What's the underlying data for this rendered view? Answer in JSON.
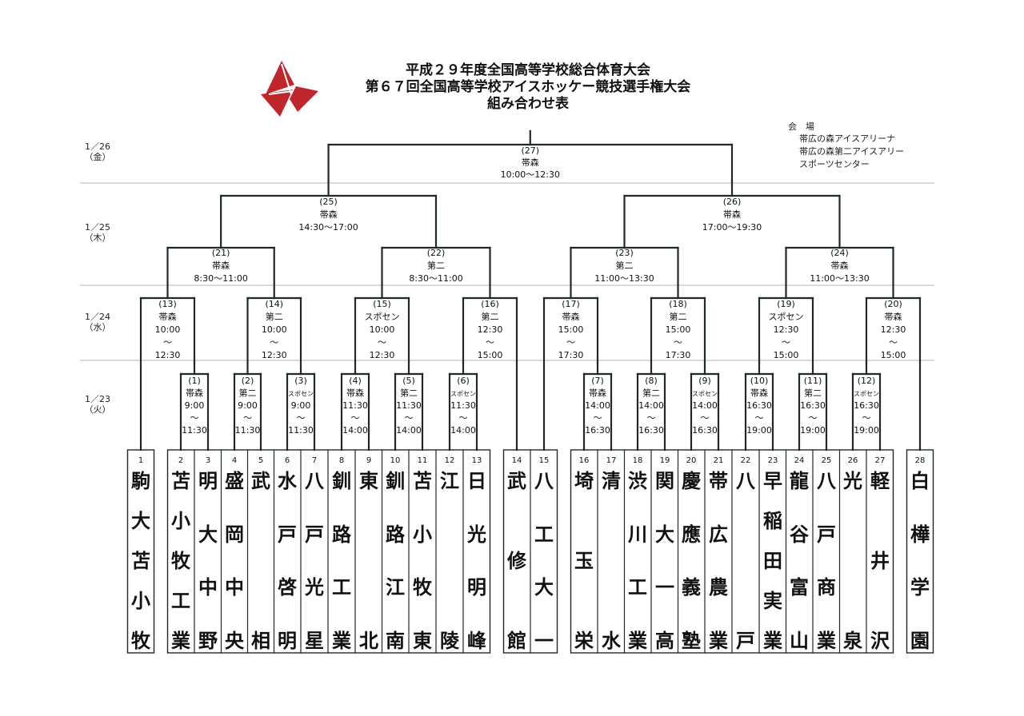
{
  "header": {
    "title_lines": [
      "平成２９年度全国高等学校総合体育大会",
      "第６７回全国高等学校アイスホッケー競技選手権大会",
      "組み合わせ表"
    ]
  },
  "venue": {
    "heading": "会　場",
    "items": [
      "帯広の森アイスアリーナ",
      "帯広の森第二アイスアリー",
      "スポーツセンター"
    ]
  },
  "dates": [
    {
      "line1": "1／26",
      "line2": "（金）"
    },
    {
      "line1": "1／25",
      "line2": "（木）"
    },
    {
      "line1": "1／24",
      "line2": "（水）"
    },
    {
      "line1": "1／23",
      "line2": "（火）"
    }
  ],
  "teams": [
    {
      "no": "1",
      "name": "駒大苫小牧"
    },
    {
      "no": "2",
      "name": "苫小牧工業"
    },
    {
      "no": "3",
      "name": "明大中野"
    },
    {
      "no": "4",
      "name": "盛岡中央"
    },
    {
      "no": "5",
      "name": "武相"
    },
    {
      "no": "6",
      "name": "水戸啓明"
    },
    {
      "no": "7",
      "name": "八戸光星"
    },
    {
      "no": "8",
      "name": "釧路工業"
    },
    {
      "no": "9",
      "name": "東北"
    },
    {
      "no": "10",
      "name": "釧路江南"
    },
    {
      "no": "11",
      "name": "苫小牧東"
    },
    {
      "no": "12",
      "name": "江陵"
    },
    {
      "no": "13",
      "name": "日光明峰"
    },
    {
      "no": "14",
      "name": "武修館"
    },
    {
      "no": "15",
      "name": "八工大一"
    },
    {
      "no": "16",
      "name": "埼玉栄"
    },
    {
      "no": "17",
      "name": "清水"
    },
    {
      "no": "18",
      "name": "渋川工業"
    },
    {
      "no": "19",
      "name": "関大一高"
    },
    {
      "no": "20",
      "name": "慶應義塾"
    },
    {
      "no": "21",
      "name": "帯広農業"
    },
    {
      "no": "22",
      "name": "八戸"
    },
    {
      "no": "23",
      "name": "早稲田実業"
    },
    {
      "no": "24",
      "name": "龍谷富山"
    },
    {
      "no": "25",
      "name": "八戸商業"
    },
    {
      "no": "26",
      "name": "光泉"
    },
    {
      "no": "27",
      "name": "軽井沢"
    },
    {
      "no": "28",
      "name": "白樺学園"
    }
  ],
  "games": [
    {
      "no": "(1)",
      "venue": "帯森",
      "start": "9:00",
      "end": "11:30"
    },
    {
      "no": "(2)",
      "venue": "第二",
      "start": "9:00",
      "end": "11:30"
    },
    {
      "no": "(3)",
      "venue": "スポセン",
      "start": "9:00",
      "end": "11:30"
    },
    {
      "no": "(4)",
      "venue": "帯森",
      "start": "11:30",
      "end": "14:00"
    },
    {
      "no": "(5)",
      "venue": "第二",
      "start": "11:30",
      "end": "14:00"
    },
    {
      "no": "(6)",
      "venue": "スポセン",
      "start": "11:30",
      "end": "14:00"
    },
    {
      "no": "(7)",
      "venue": "帯森",
      "start": "14:00",
      "end": "16:30"
    },
    {
      "no": "(8)",
      "venue": "第二",
      "start": "14:00",
      "end": "16:30"
    },
    {
      "no": "(9)",
      "venue": "スポセン",
      "start": "14:00",
      "end": "16:30"
    },
    {
      "no": "(10)",
      "venue": "帯森",
      "start": "16:30",
      "end": "19:00"
    },
    {
      "no": "(11)",
      "venue": "第二",
      "start": "16:30",
      "end": "19:00"
    },
    {
      "no": "(12)",
      "venue": "スポセン",
      "start": "16:30",
      "end": "19:00"
    },
    {
      "no": "(13)",
      "venue": "帯森",
      "start": "10:00",
      "end": "12:30"
    },
    {
      "no": "(14)",
      "venue": "第二",
      "start": "10:00",
      "end": "12:30"
    },
    {
      "no": "(15)",
      "venue": "スポセン",
      "start": "10:00",
      "end": "12:30"
    },
    {
      "no": "(16)",
      "venue": "第二",
      "start": "12:30",
      "end": "15:00"
    },
    {
      "no": "(17)",
      "venue": "帯森",
      "start": "15:00",
      "end": "17:30"
    },
    {
      "no": "(18)",
      "venue": "第二",
      "start": "15:00",
      "end": "17:30"
    },
    {
      "no": "(19)",
      "venue": "スポセン",
      "start": "12:30",
      "end": "15:00"
    },
    {
      "no": "(20)",
      "venue": "帯森",
      "start": "12:30",
      "end": "15:00"
    },
    {
      "no": "(21)",
      "venue": "帯森",
      "time": "8:30～11:00"
    },
    {
      "no": "(22)",
      "venue": "第二",
      "time": "8:30～11:00"
    },
    {
      "no": "(23)",
      "venue": "第二",
      "time": "11:00～13:30"
    },
    {
      "no": "(24)",
      "venue": "帯森",
      "time": "11:00～13:30"
    },
    {
      "no": "(25)",
      "venue": "帯森",
      "time": "14:30～17:00"
    },
    {
      "no": "(26)",
      "venue": "帯森",
      "time": "17:00～19:30"
    },
    {
      "no": "(27)",
      "venue": "帯森",
      "time": "10:00～12:30"
    }
  ],
  "tilde": "～",
  "colors": {
    "line": "#1e2a24",
    "logo": "#c0272d",
    "separator": "#9a9a9a"
  }
}
